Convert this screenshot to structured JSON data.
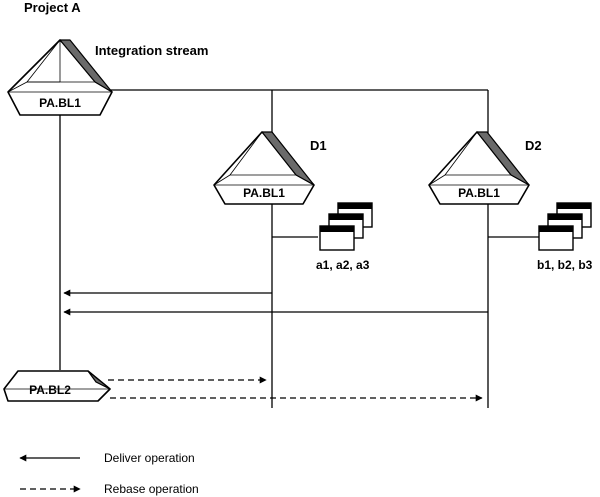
{
  "project_title": "Project A",
  "integration": {
    "stream_label": "Integration stream",
    "baseline_1": "PA.BL1",
    "baseline_2": "PA.BL2"
  },
  "dev_streams": [
    {
      "name": "D1",
      "baseline": "PA.BL1",
      "activities": "a1, a2, a3"
    },
    {
      "name": "D2",
      "baseline": "PA.BL1",
      "activities": "b1, b2, b3"
    }
  ],
  "legend": {
    "deliver": "Deliver operation",
    "rebase": "Rebase operation"
  }
}
